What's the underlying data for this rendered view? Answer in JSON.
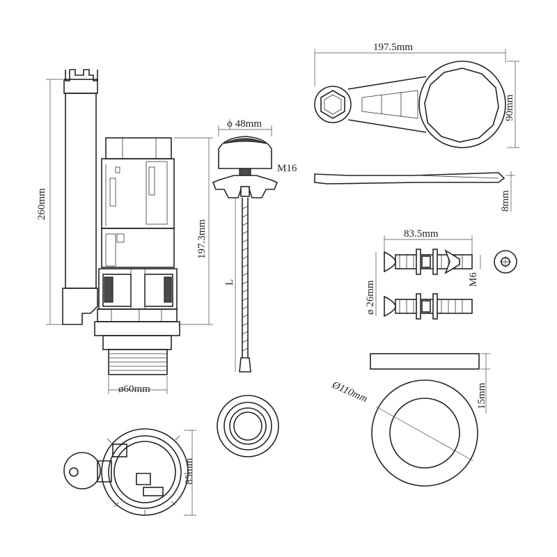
{
  "dimensions": {
    "overflow_height": "260mm",
    "valve_height": "197.3mm",
    "valve_thread_diameter": "ø60mm",
    "button_diameter": "ϕ 48mm",
    "button_thread": "M16",
    "rod_length": "L",
    "spanner_length": "197.5mm",
    "spanner_height": "90mm",
    "plate_thickness": "8mm",
    "bolt_length": "83.5mm",
    "bolt_head_diameter": "ø 26mm",
    "bolt_thread": "M6",
    "ring_outer_diameter": "Ø110mm",
    "ring_height": "15mm",
    "base_width": "85mm"
  }
}
